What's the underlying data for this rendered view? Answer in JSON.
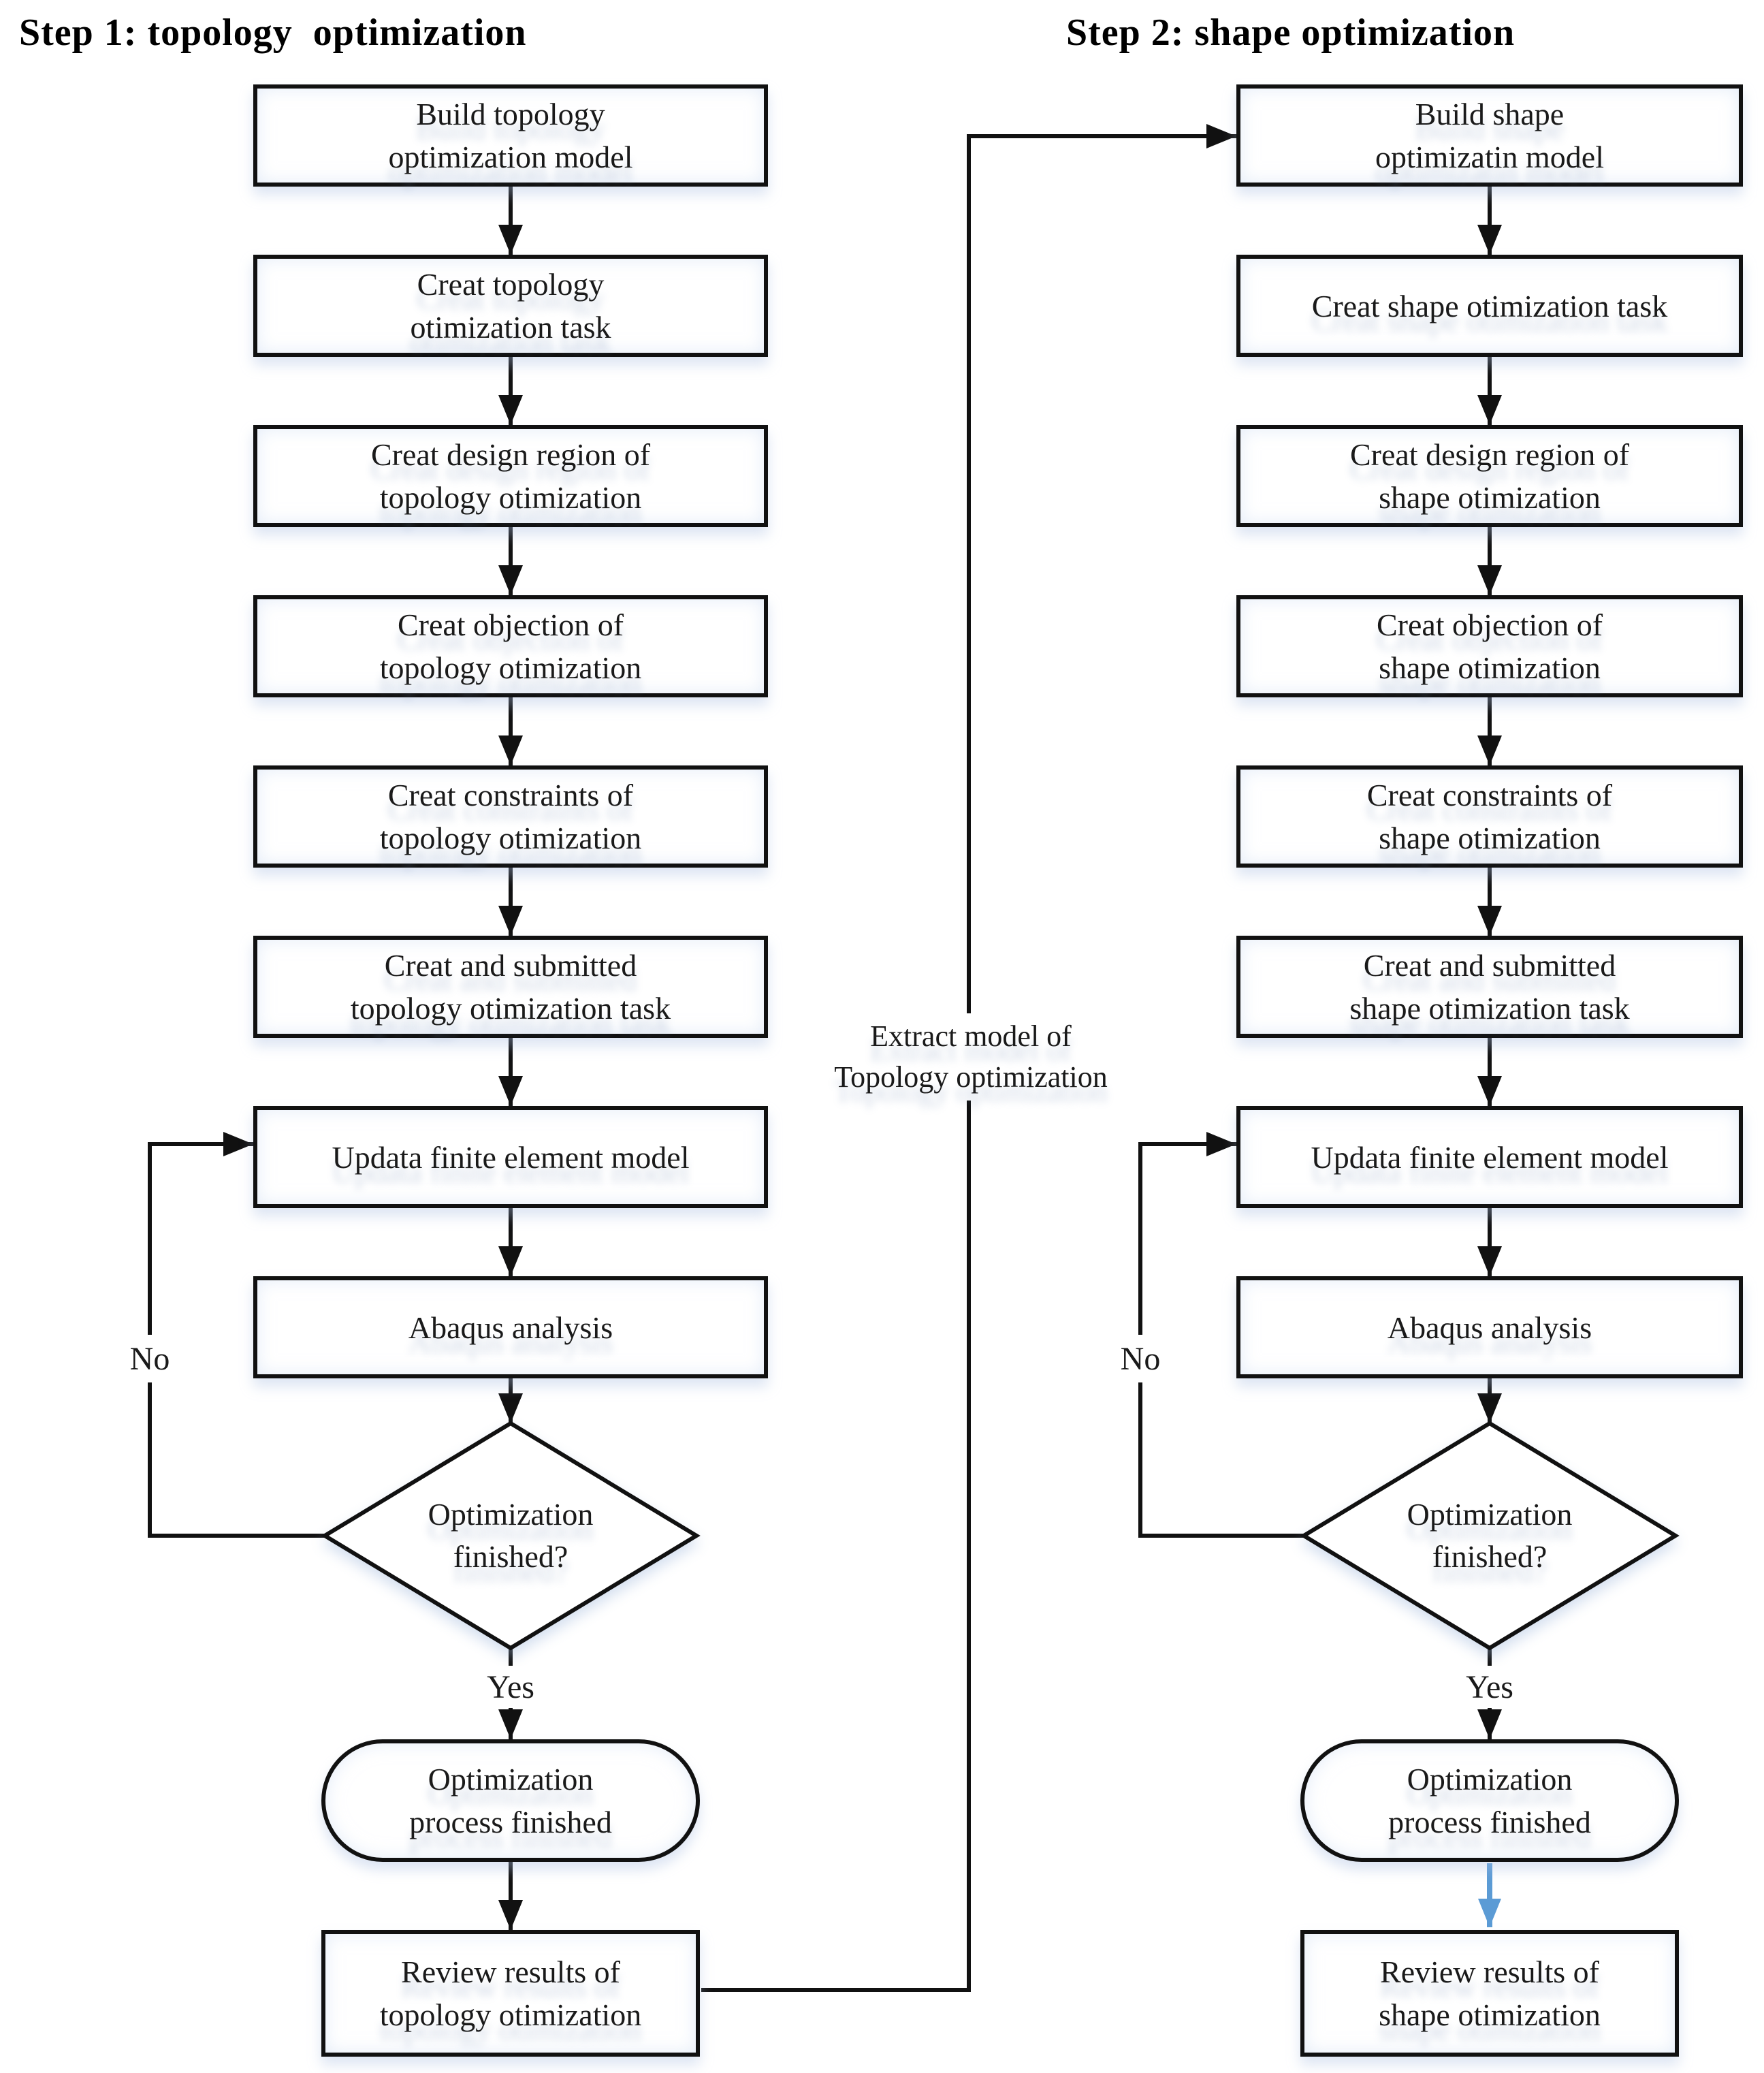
{
  "titles": {
    "left": "Step 1: topology  optimization",
    "right": "Step 2: shape optimization"
  },
  "labels": {
    "yes": "Yes",
    "no": "No"
  },
  "connector_label": {
    "line1": "Extract model of",
    "line2": "Topology optimization"
  },
  "left_column": {
    "boxes": [
      {
        "line1": "Build topology",
        "line2": "optimization model"
      },
      {
        "line1": "Creat topology",
        "line2": "otimization task"
      },
      {
        "line1": "Creat design region of",
        "line2": "topology otimization"
      },
      {
        "line1": "Creat objection of",
        "line2": "topology otimization"
      },
      {
        "line1": "Creat constraints of",
        "line2": "topology otimization"
      },
      {
        "line1": "Creat and submitted",
        "line2": "topology otimization task"
      },
      {
        "line1": "Updata finite element model",
        "line2": ""
      },
      {
        "line1": "Abaqus analysis",
        "line2": ""
      }
    ],
    "decision": {
      "line1": "Optimization",
      "line2": "finished?"
    },
    "terminal": {
      "line1": "Optimization",
      "line2": "process finished"
    },
    "review": {
      "line1": "Review results of",
      "line2": "topology otimization"
    }
  },
  "right_column": {
    "boxes": [
      {
        "line1": "Build shape",
        "line2": "optimizatin model"
      },
      {
        "line1": "Creat shape otimization task",
        "line2": ""
      },
      {
        "line1": "Creat design region of",
        "line2": "shape otimization"
      },
      {
        "line1": "Creat objection of",
        "line2": "shape otimization"
      },
      {
        "line1": "Creat constraints of",
        "line2": "shape otimization"
      },
      {
        "line1": "Creat and submitted",
        "line2": "shape otimization task"
      },
      {
        "line1": "Updata finite element model",
        "line2": ""
      },
      {
        "line1": "Abaqus analysis",
        "line2": ""
      }
    ],
    "decision": {
      "line1": "Optimization",
      "line2": "finished?"
    },
    "terminal": {
      "line1": "Optimization",
      "line2": "process finished"
    },
    "review": {
      "line1": "Review results of",
      "line2": "shape otimization"
    }
  },
  "colors": {
    "line": "#111111",
    "text": "#1a1a1a",
    "blue_arrow": "#5B9BD5",
    "glow": "#dce6f2"
  }
}
